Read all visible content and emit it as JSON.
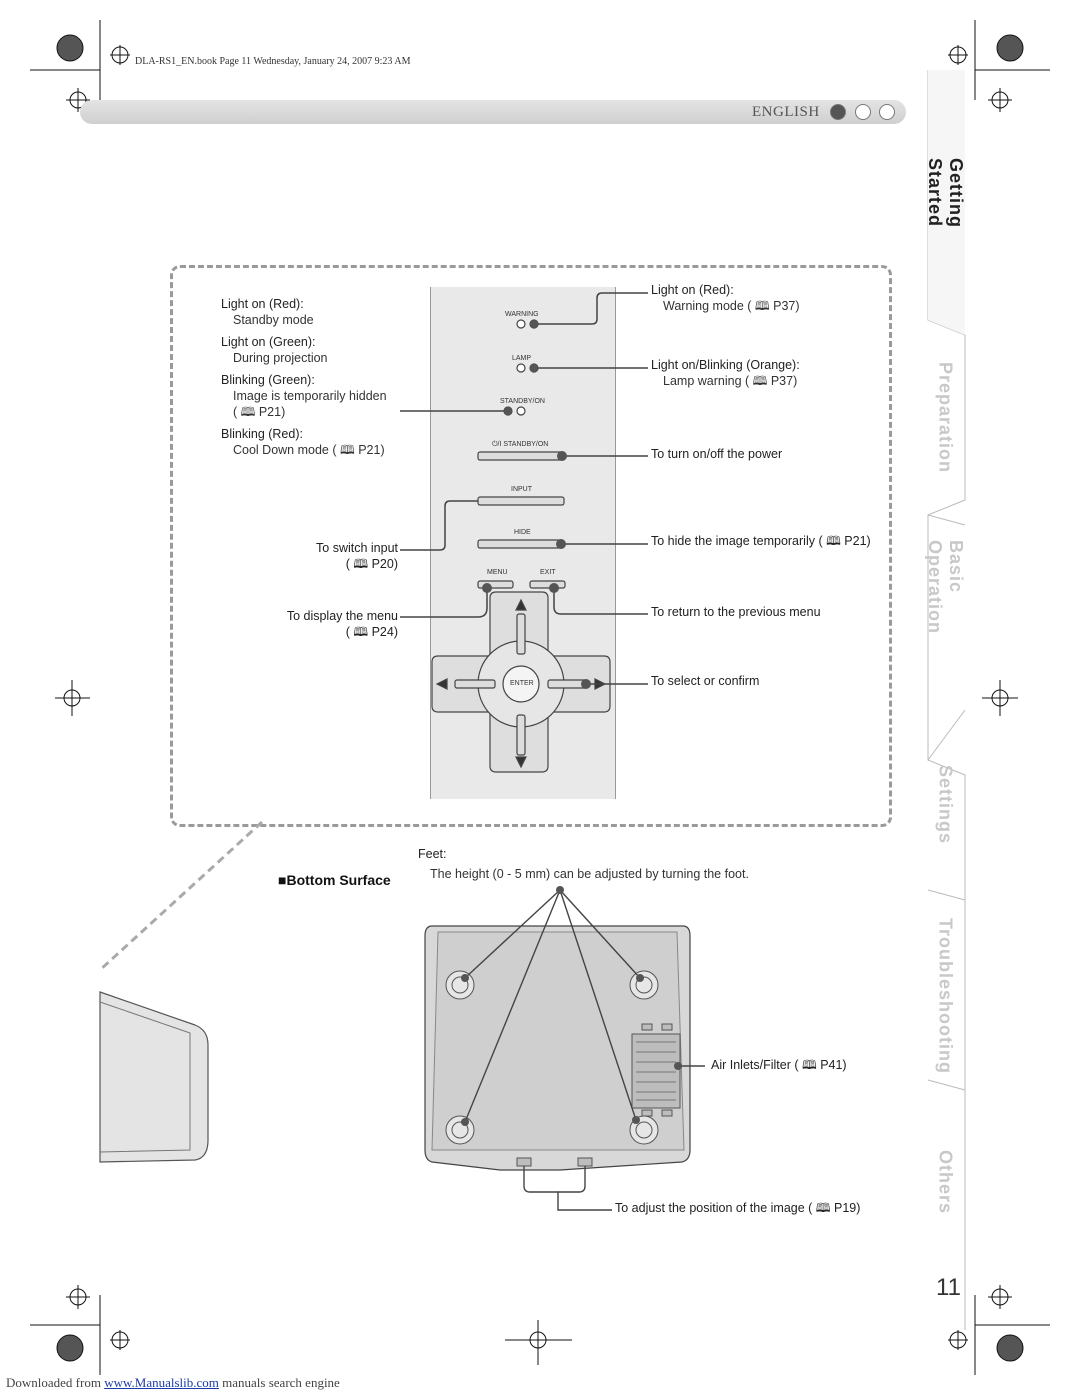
{
  "header": {
    "file_info": "DLA-RS1_EN.book  Page 11  Wednesday, January 24, 2007  9:23 AM",
    "language": "ENGLISH"
  },
  "side_tabs": [
    "Getting Started",
    "Preparation",
    "Basic Operation",
    "Settings",
    "Troubleshooting",
    "Others"
  ],
  "active_tab": "Getting Started",
  "page_number": "11",
  "control_panel": {
    "strip_labels": {
      "warning": "WARNING",
      "lamp": "LAMP",
      "standby_on_led": "STANDBY/ON",
      "standby_on_button": "⏻/I  STANDBY/ON",
      "input": "INPUT",
      "hide": "HIDE",
      "menu": "MENU",
      "exit": "EXIT",
      "enter": "ENTER"
    },
    "left": {
      "standby_light_red": "Light on (Red):",
      "standby_mode": "Standby mode",
      "standby_light_green": "Light on (Green):",
      "during_projection": "During projection",
      "blinking_green": "Blinking (Green):",
      "image_hidden": "Image is temporarily hidden",
      "image_hidden_ref": "( 🕮 P21)",
      "blinking_red": "Blinking (Red):",
      "cool_down": "Cool Down mode ( 🕮 P21)",
      "switch_input": "To switch input",
      "switch_input_ref": "( 🕮 P20)",
      "display_menu": "To display the menu",
      "display_menu_ref": "( 🕮 P24)"
    },
    "right": {
      "warning_light": "Light on (Red):",
      "warning_mode": "Warning mode ( 🕮 P37)",
      "lamp_light": "Light on/Blinking (Orange):",
      "lamp_warning": "Lamp warning ( 🕮 P37)",
      "power": "To turn on/off the power",
      "hide_image": "To hide the image temporarily ( 🕮 P21)",
      "return_menu": "To return to the previous menu",
      "select_confirm": "To select or confirm"
    }
  },
  "bottom_surface": {
    "title": "■Bottom Surface",
    "feet_label": "Feet:",
    "feet_desc": "The height (0 - 5 mm) can be adjusted by turning the foot.",
    "air_inlets": "Air Inlets/Filter ( 🕮 P41)",
    "adjust_position": "To adjust the position of the image ( 🕮 P19)"
  },
  "footer": {
    "prefix": "Downloaded from ",
    "link": "www.Manualslib.com",
    "suffix": "  manuals search engine"
  }
}
